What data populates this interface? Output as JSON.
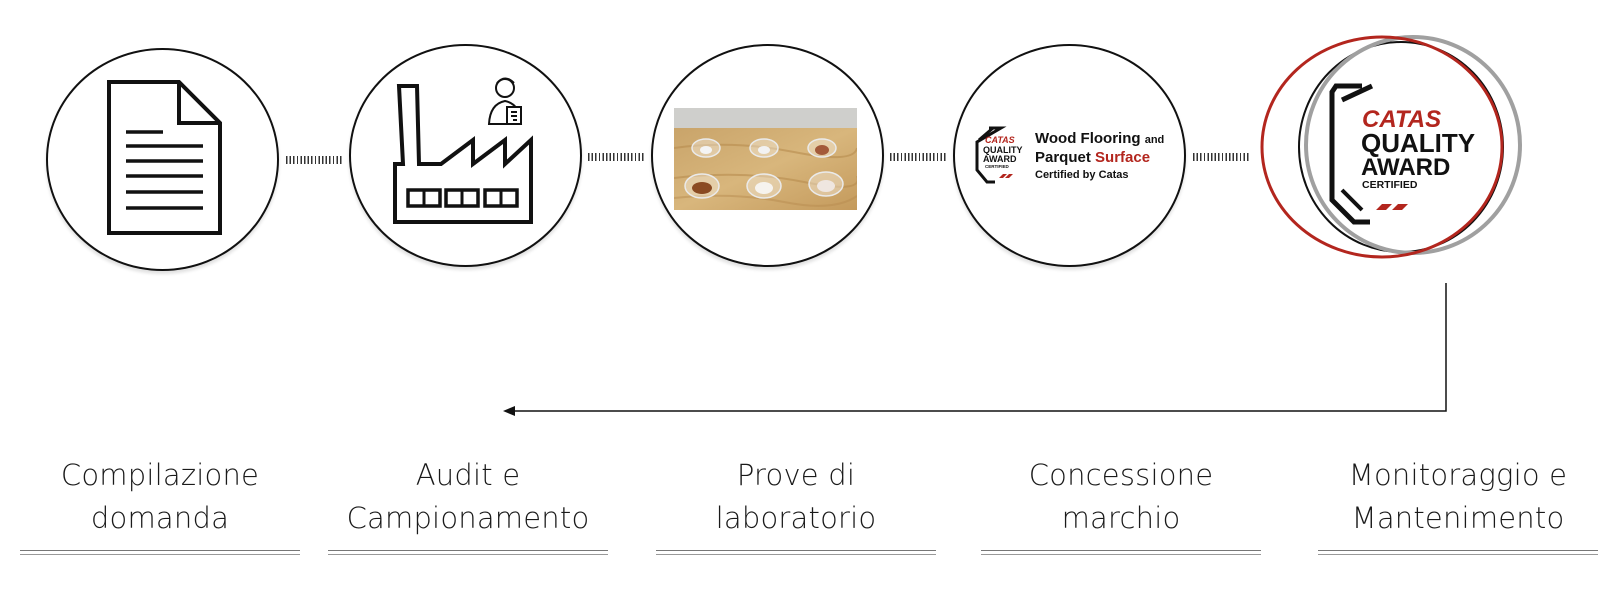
{
  "colors": {
    "accent_red": "#b3261e",
    "outline": "#111111",
    "ring_gray": "#a0a0a0"
  },
  "steps": [
    {
      "icon": "document-icon",
      "label_lines": [
        "Compilazione",
        "domanda"
      ]
    },
    {
      "icon": "factory-icon",
      "label_lines": [
        "Audit e",
        "Campionamento"
      ]
    },
    {
      "icon": "lab-samples-image",
      "label_lines": [
        "Prove di",
        "laboratorio"
      ]
    },
    {
      "icon": "wood-flooring-logo",
      "label_lines": [
        "Concessione",
        "marchio"
      ]
    },
    {
      "icon": "quality-award-logo",
      "label_lines": [
        "Monitoraggio e",
        "Mantenimento"
      ]
    }
  ],
  "logos": {
    "wood_flooring": {
      "line1": "Wood Flooring",
      "line1_suffix": "and",
      "line2": "Parquet",
      "line2_highlight": "Surface",
      "line3": "Certified by Catas",
      "badge": {
        "brand": "CATAS",
        "line1": "QUALITY",
        "line2": "AWARD",
        "line3": "CERTIFIED"
      }
    },
    "quality_award": {
      "brand": "CATAS",
      "line1": "QUALITY",
      "line2": "AWARD",
      "line3": "CERTIFIED"
    }
  }
}
